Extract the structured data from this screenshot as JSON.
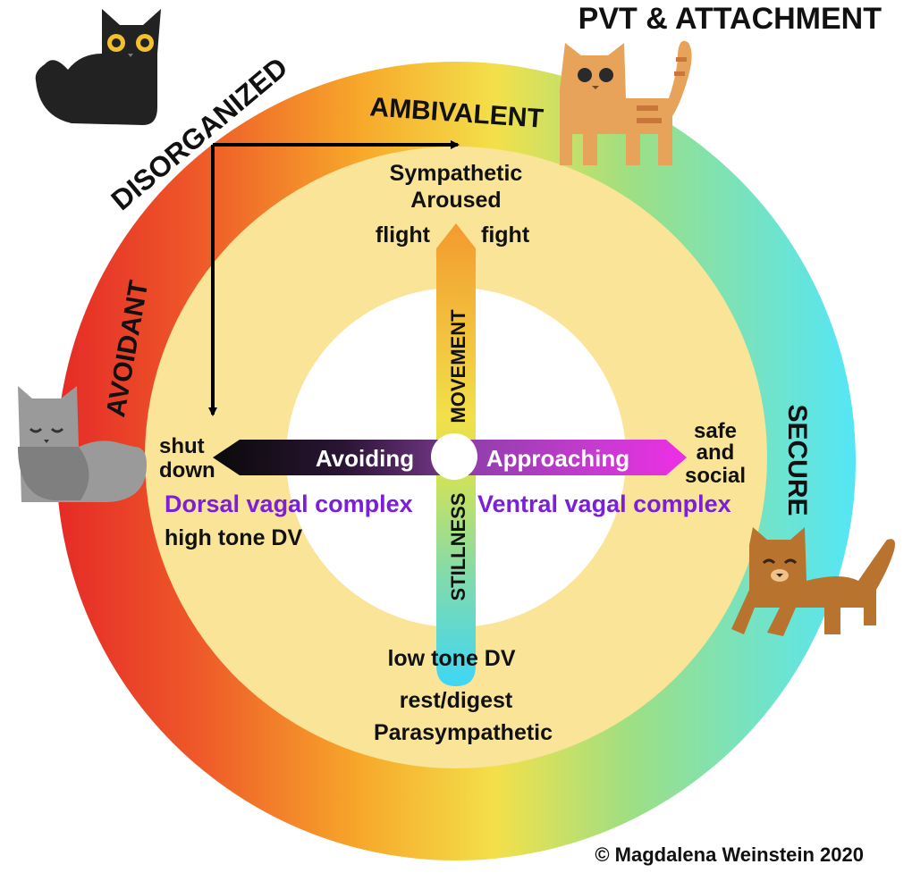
{
  "title": "PVT & ATTACHMENT",
  "copyright": "© Magdalena Weinstein 2020",
  "ring_labels": {
    "ambivalent": "AMBIVALENT",
    "disorganized": "DISORGANIZED",
    "avoidant": "AVOIDANT",
    "secure": "SECURE"
  },
  "vertical_axis": {
    "top_line1": "Sympathetic",
    "top_line2": "Aroused",
    "flight": "flight",
    "fight": "fight",
    "movement": "MOVEMENT",
    "stillness": "STILLNESS",
    "low_tone": "low tone DV",
    "rest": "rest/digest",
    "parasympathetic": "Parasympathetic"
  },
  "horizontal_axis": {
    "avoiding": "Avoiding",
    "approaching": "Approaching",
    "shut": "shut",
    "down": "down",
    "safe": "safe",
    "and": "and",
    "social": "social",
    "dorsal": "Dorsal vagal complex",
    "high_tone": "high tone DV",
    "ventral": "Ventral vagal complex"
  },
  "colors": {
    "ring_red": "#e8322a",
    "ring_orange": "#f5a623",
    "ring_yellow": "#f2e24a",
    "ring_green": "#8ee08e",
    "ring_cyan": "#5fe4f0",
    "inner_fill": "#f9e498",
    "vagal_purple": "#7b1fd8",
    "approach_magenta": "#e52de0"
  },
  "icons": [
    "black-cat-icon",
    "orange-tabby-cat-icon",
    "gray-sleeping-cat-icon",
    "brown-happy-cat-icon"
  ]
}
